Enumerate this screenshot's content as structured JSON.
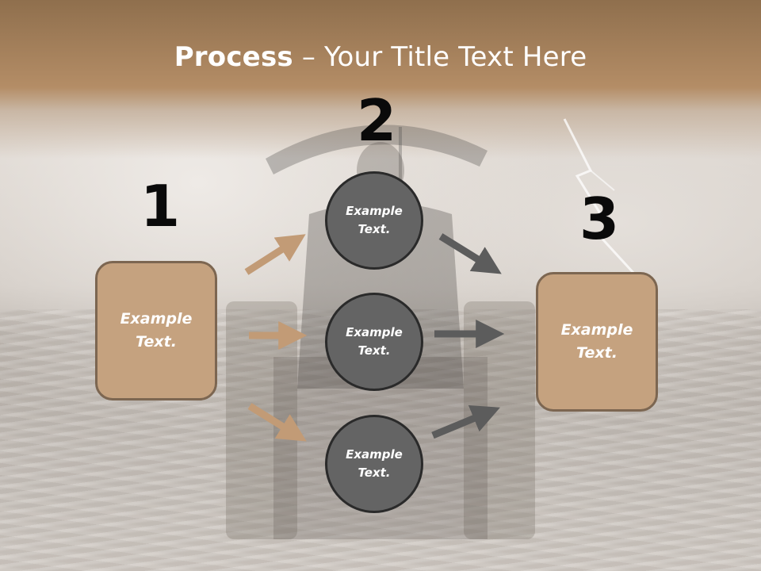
{
  "slide": {
    "title_strong": "Process",
    "title_rest": " – Your Title Text Here",
    "steps": [
      {
        "number": "1",
        "text_line1": "Example",
        "text_line2": "Text."
      },
      {
        "number": "2"
      },
      {
        "number": "3",
        "text_line1": "Example",
        "text_line2": "Text."
      }
    ],
    "circles": [
      {
        "text_line1": "Example",
        "text_line2": "Text."
      },
      {
        "text_line1": "Example",
        "text_line2": "Text."
      },
      {
        "text_line1": "Example",
        "text_line2": "Text."
      }
    ]
  },
  "colors": {
    "box_fill": "#c5a27f",
    "box_border": "#7c6651",
    "circle_fill": "#646464",
    "circle_border": "#2a2a2a",
    "arrow_tan": "#c29b76",
    "arrow_gray": "#5c5c5c",
    "title_band": "#b48d66"
  }
}
